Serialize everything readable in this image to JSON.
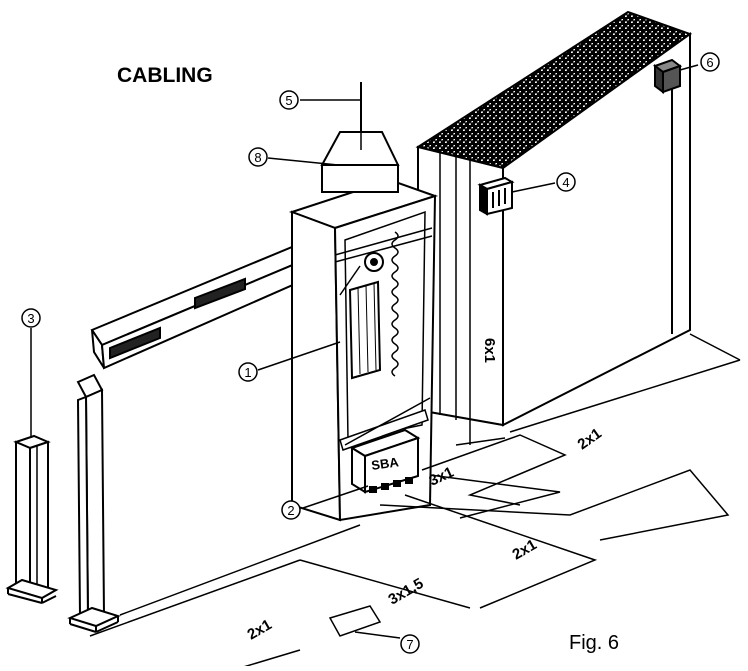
{
  "title": "CABLING",
  "figure_label": "Fig. 6",
  "device_label": "SBA",
  "callouts": {
    "c1": "1",
    "c2": "2",
    "c3": "3",
    "c4": "4",
    "c5": "5",
    "c6": "6",
    "c7": "7",
    "c8": "8"
  },
  "cable_labels": {
    "wall_vertical": "6x1",
    "wall_base": "2x1",
    "box_front": "3x1",
    "front_run": "2x1",
    "to_loop": "3x1,5",
    "left_run": "2x1"
  },
  "colors": {
    "ink": "#000000",
    "paper": "#ffffff",
    "speckle": "#555555"
  }
}
